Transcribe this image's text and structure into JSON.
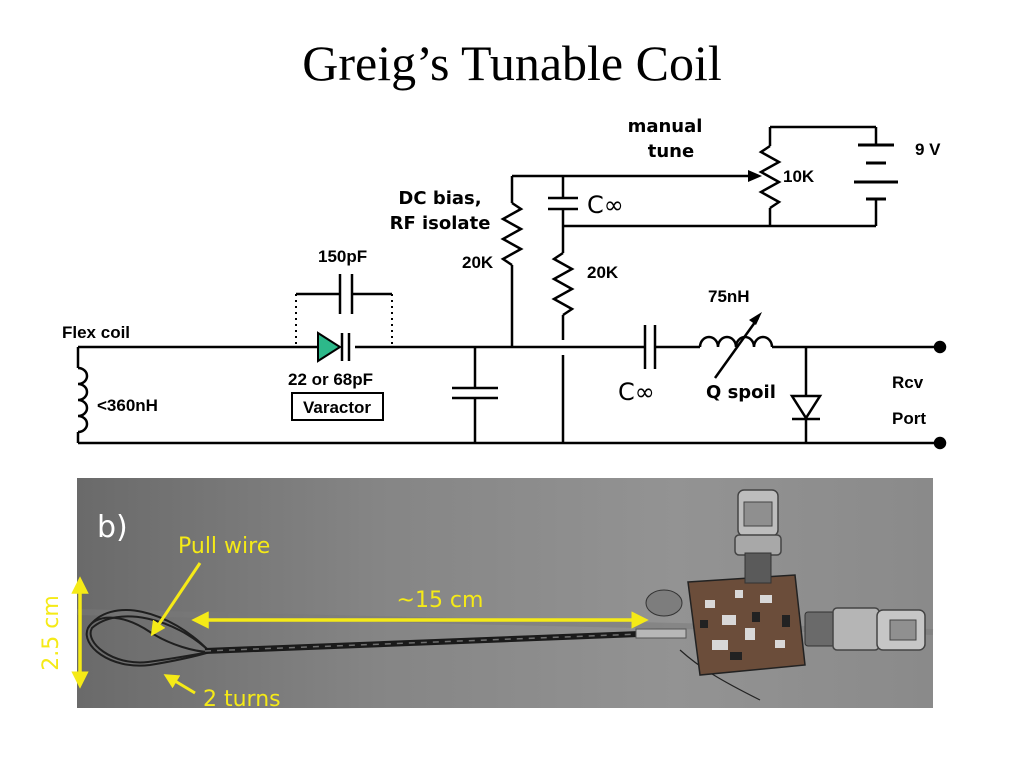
{
  "title": "Greig’s Tunable Coil",
  "schematic": {
    "manual_tune_1": "manual",
    "manual_tune_2": "tune",
    "battery": "9 V",
    "pot": "10K",
    "dc_bias_1": "DC bias,",
    "dc_bias_2": "RF isolate",
    "c_inf_top": "C∞",
    "c_inf_bottom": "C∞",
    "r1": "20K",
    "r2": "20K",
    "cap_150": "150pF",
    "flex_coil": "Flex coil",
    "inductance": "<360nH",
    "varactor_value": "22 or 68pF",
    "varactor": "Varactor",
    "inductor_75": "75nH",
    "q_spoil": "Q spoil",
    "rcv": "Rcv",
    "port": "Port"
  },
  "photo": {
    "panel": "b)",
    "pull_wire": "Pull wire",
    "length": "~15 cm",
    "diameter": "2.5 cm",
    "turns": "2 turns",
    "label_color": "#f5ea17"
  }
}
